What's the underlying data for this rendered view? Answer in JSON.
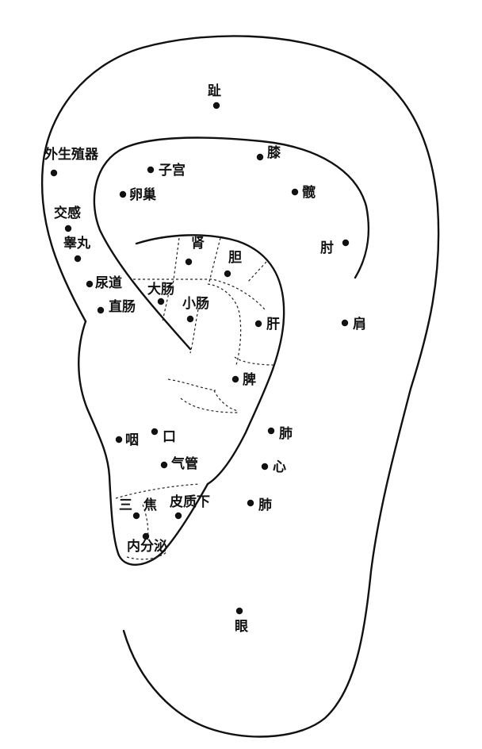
{
  "points": {
    "toe": "趾",
    "external_genitals": "外生殖器",
    "uterus": "子宫",
    "knee": "膝",
    "ovary": "卵巢",
    "hip": "髋",
    "sympathetic": "交感",
    "elbow": "肘",
    "testis": "睾丸",
    "kidney": "肾",
    "gallbladder": "胆",
    "urethra": "尿道",
    "large_intestine": "大肠",
    "small_intestine": "小肠",
    "rectum": "直肠",
    "liver": "肝",
    "shoulder": "肩",
    "spleen": "脾",
    "pharynx": "咽",
    "mouth": "口",
    "lung_upper": "肺",
    "trachea": "气管",
    "heart": "心",
    "sanjiao": "三焦",
    "subcortex": "皮质下",
    "lung_lower": "肺",
    "endocrine": "内分泌",
    "eye": "眼"
  }
}
